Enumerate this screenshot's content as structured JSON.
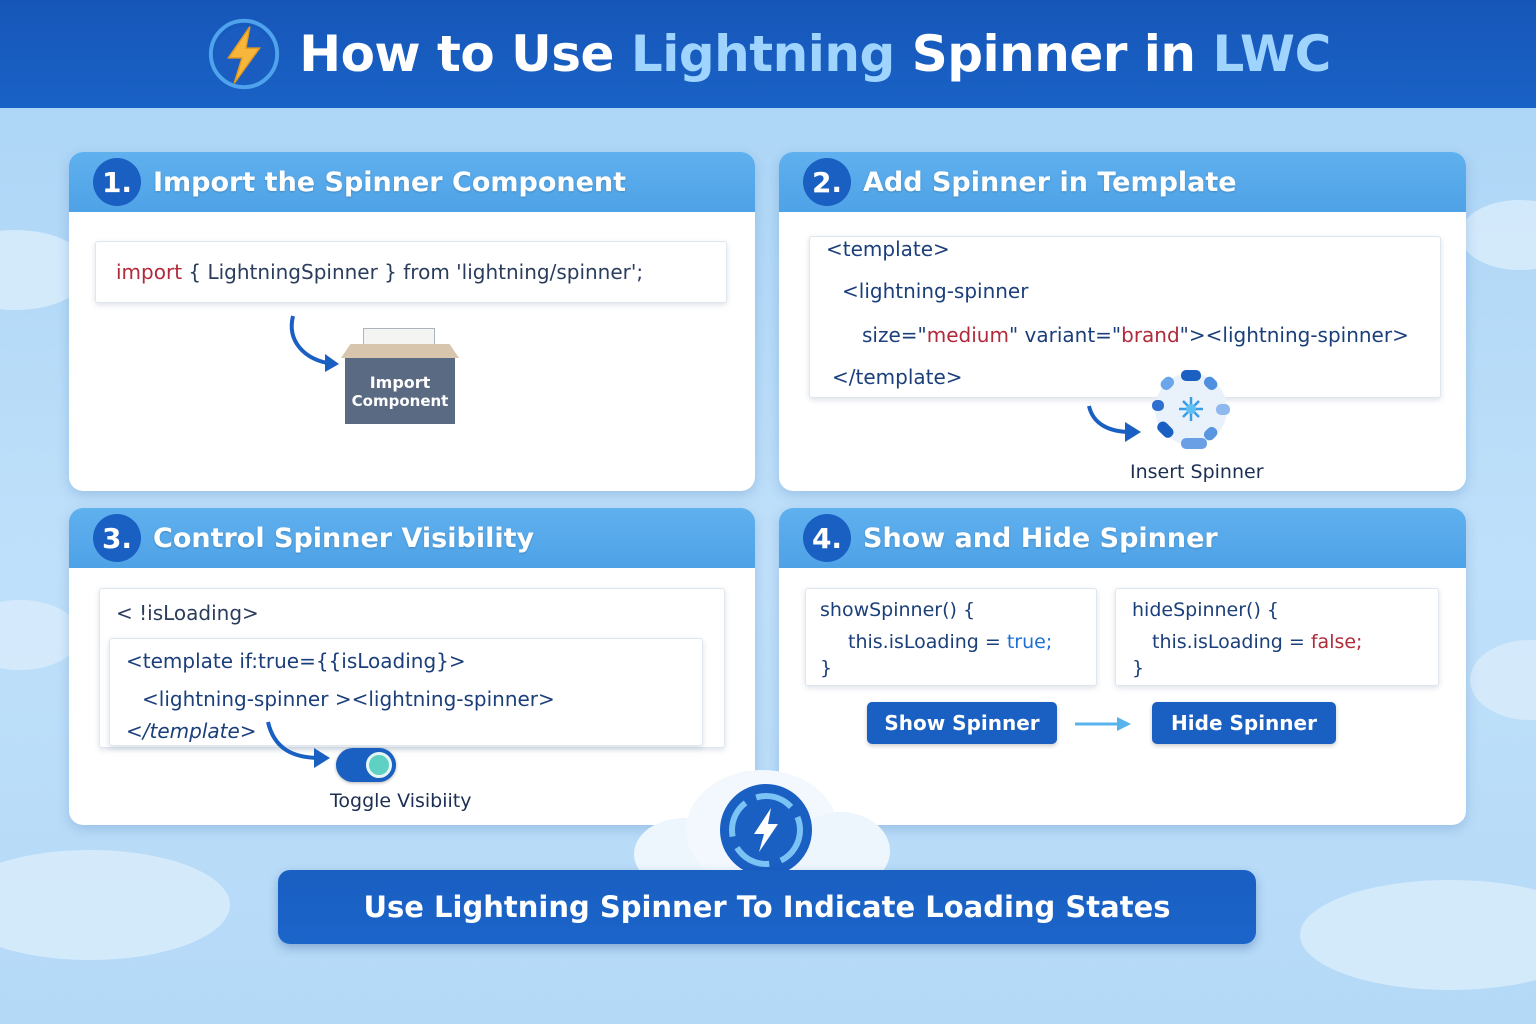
{
  "header": {
    "title_pre": "How to Use ",
    "title_hl1": "Lightning",
    "title_mid": " Spinner in ",
    "title_hl2": "LWC",
    "icon": "lightning-bolt-icon"
  },
  "step1": {
    "num": "1.",
    "title": "Import the Spinner Component",
    "code_kw": "import",
    "code_rest": " { LightningSpinner } from 'lightning/spinner';",
    "box_line1": "Import",
    "box_line2": "Component"
  },
  "step2": {
    "num": "2.",
    "title": "Add Spinner in Template",
    "line1": "<template>",
    "line2": "<lightning-spinner",
    "line3_a": "size=\"",
    "line3_b": "medium",
    "line3_c": "\"  variant=\"",
    "line3_d": "brand",
    "line3_e": "\"><lightning-spinner>",
    "line4": "</template>",
    "caption": "Insert Spinner"
  },
  "step3": {
    "num": "3.",
    "title": "Control Spinner Visibility",
    "line1": "< !isLoading>",
    "line2": "<template if:true={{isLoading}>",
    "line3": "<lightning-spinner ><lightning-spinner>",
    "line4": "</template>",
    "caption": "Toggle Visibiity"
  },
  "step4": {
    "num": "4.",
    "title": "Show and Hide Spinner",
    "show_l1": "showSpinner() {",
    "show_l2a": "this.isLoading = ",
    "show_l2b": "true;",
    "show_l3": "}",
    "hide_l1": "hideSpinner() {",
    "hide_l2a": "this.isLoading = ",
    "hide_l2b": "false;",
    "hide_l3": "}",
    "show_btn": "Show Spinner",
    "hide_btn": "Hide Spinner"
  },
  "banner": {
    "text": "Use Lightning Spinner To Indicate Loading States"
  },
  "colors": {
    "header_bg": "#1656b8",
    "card_head": "#5fb0ee",
    "accent": "#1a5fc2",
    "keyword": "#b02a3a"
  }
}
